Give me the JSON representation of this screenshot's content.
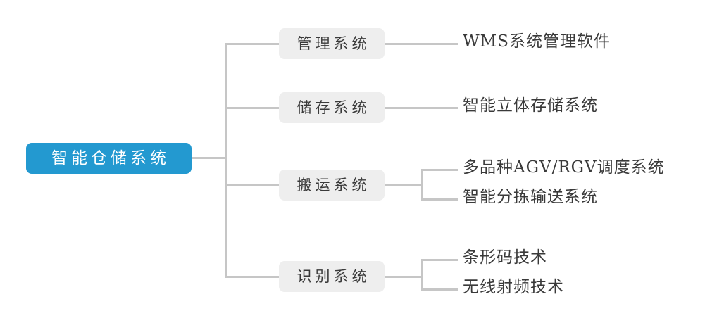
{
  "diagram": {
    "title": "智能仓储系统",
    "root": {
      "label": "智能仓储系统",
      "color": "#2399d0",
      "text_color": "#ffffff"
    },
    "connector_color": "#c6c6c6",
    "branch_color": "#eeeeee",
    "branch_text_color": "#3a3a3a",
    "branches": [
      {
        "label": "管理系统",
        "leaves": [
          {
            "label": "WMS系统管理软件"
          }
        ]
      },
      {
        "label": "储存系统",
        "leaves": [
          {
            "label": "智能立体存储系统"
          }
        ]
      },
      {
        "label": "搬运系统",
        "leaves": [
          {
            "label": "多品种AGV/RGV调度系统"
          },
          {
            "label": "智能分拣输送系统"
          }
        ]
      },
      {
        "label": "识别系统",
        "leaves": [
          {
            "label": "条形码技术"
          },
          {
            "label": "无线射频技术"
          }
        ]
      }
    ]
  }
}
